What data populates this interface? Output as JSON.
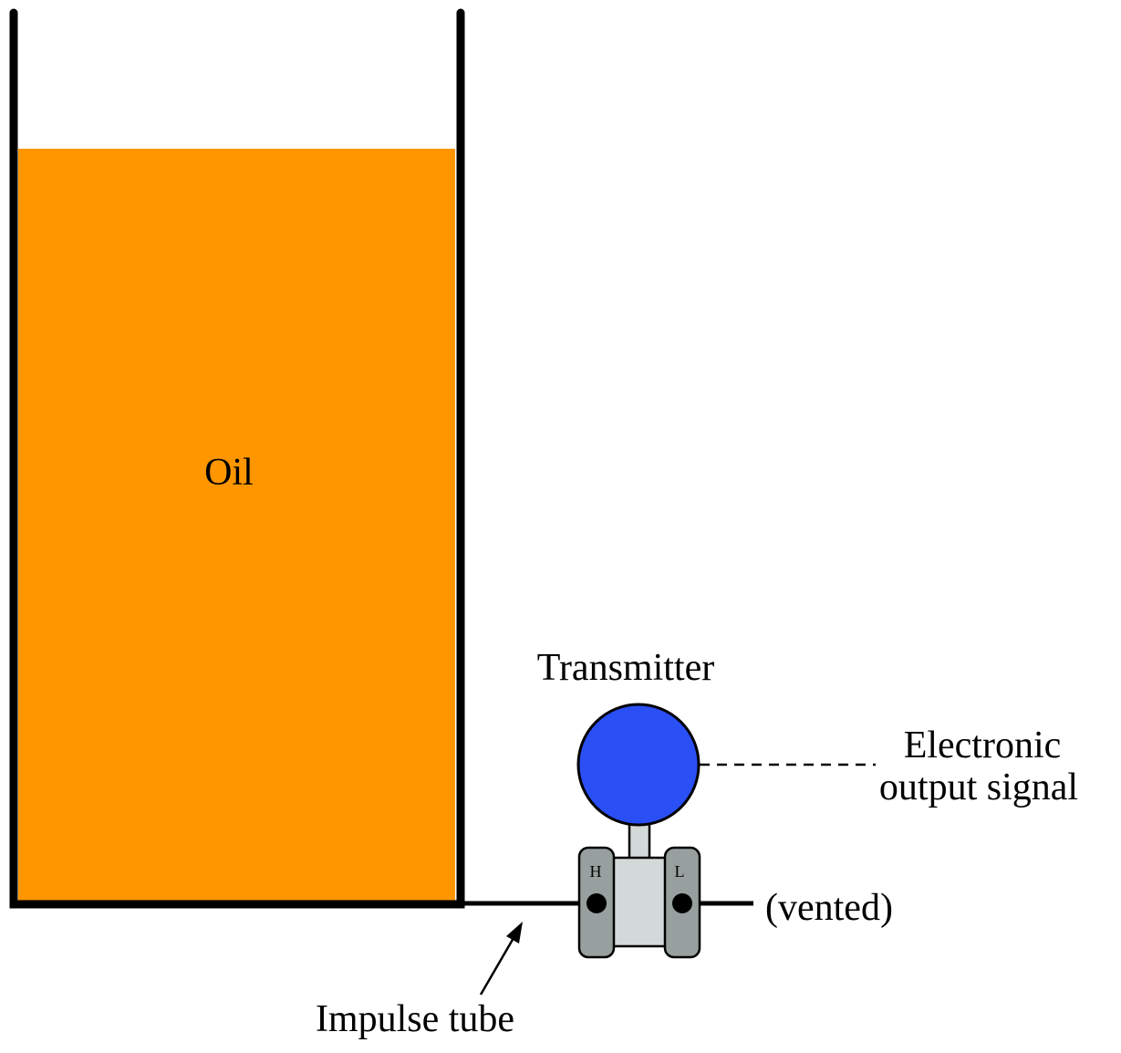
{
  "labels": {
    "oil": "Oil",
    "transmitter": "Transmitter",
    "signal_line1": "Electronic",
    "signal_line2": "output signal",
    "vented": "(vented)",
    "impulse_tube": "Impulse tube",
    "port_high": "H",
    "port_low": "L"
  },
  "colors": {
    "oil": "#FF9600",
    "transmitter_head": "#2A4FF5",
    "capsule_body": "#D3D9D8",
    "flange": "#97A09E",
    "outline": "#000000"
  }
}
